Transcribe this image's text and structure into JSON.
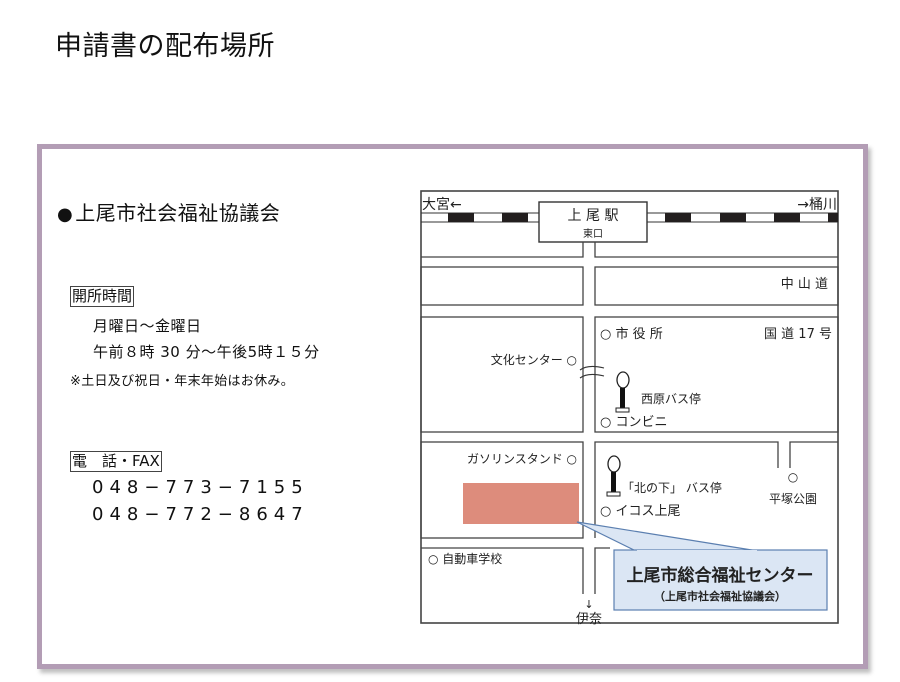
{
  "page": {
    "title": "申請書の配布場所"
  },
  "organization": {
    "bullet": "●",
    "name": "上尾市社会福祉協議会"
  },
  "hours": {
    "label": "開所時間",
    "days": "月曜日～金曜日",
    "time": "午前８時 30 分～午後5時１５分",
    "note": "※土日及び祝日・年末年始はお休み。"
  },
  "contact": {
    "label": "電　話・FAX",
    "phone": "048−773−7155",
    "fax": "048−772−8647"
  },
  "map": {
    "direction_left": "大宮←",
    "direction_right": "→桶川",
    "station_name": "上 尾 駅",
    "station_exit": "東口",
    "road_nakasendo": "中 山 道",
    "road_route17": "国 道 17 号",
    "landmarks": {
      "city_hall": "○ 市 役 所",
      "culture_center": "文化センター ○",
      "nishihara_bus_stop": "西原バス停",
      "convenience_store": "○ コンビニ",
      "gas_station": "ガソリンスタンド ○",
      "kitanoshita_bus_stop": "「北の下」 バス停",
      "icos_ageo": "○ イコス上尾",
      "hiratsuka_park_marker": "○",
      "hiratsuka_park": "平塚公園",
      "driving_school": "○ 自動車学校",
      "ina": "伊奈",
      "ina_arrow": "↓"
    },
    "callout": {
      "title": "上尾市総合福祉センター",
      "subtitle": "（上尾市社会福祉協議会）"
    },
    "colors": {
      "target_building": "#dd8c7c",
      "callout_fill": "#dbe6f4",
      "callout_border": "#5b7fb0",
      "rail_dark": "#231f1f",
      "card_border": "#b39db5"
    }
  }
}
